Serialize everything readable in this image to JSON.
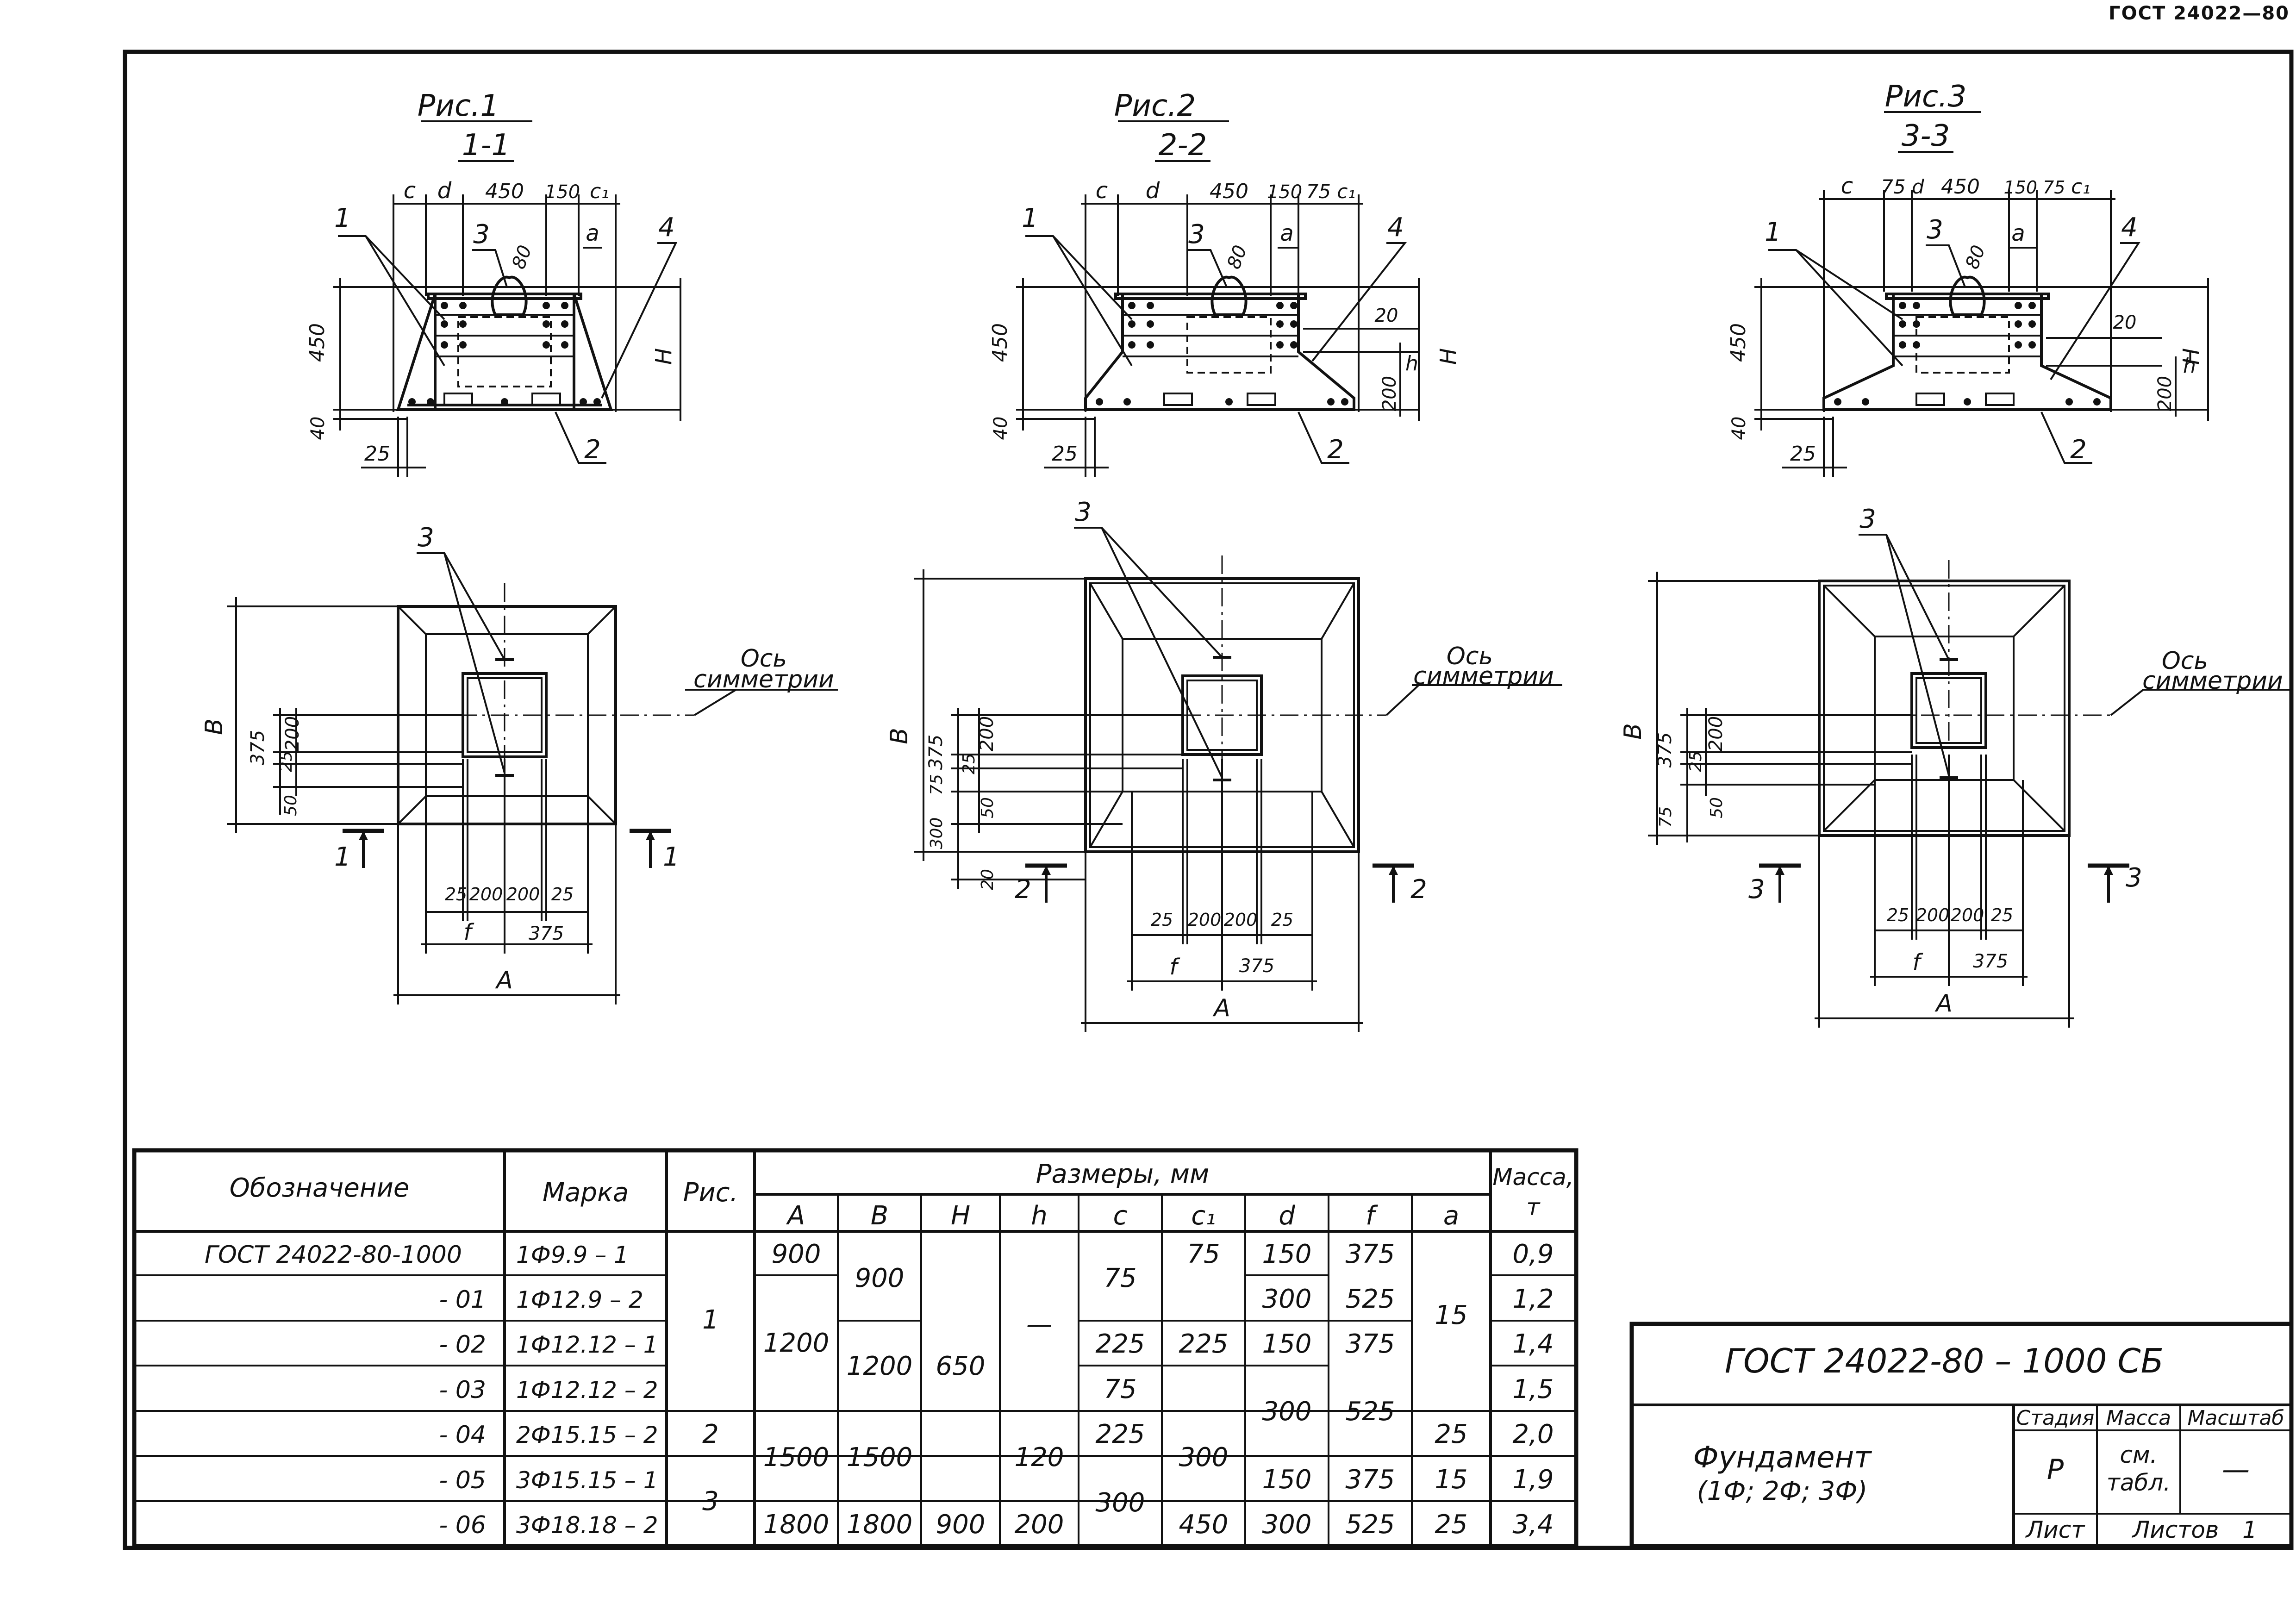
{
  "header": {
    "standard": "ГОСТ 24022—80"
  },
  "figures": [
    {
      "title": "Рис.1",
      "section": "1-1",
      "labels": {
        "c": "c",
        "d": "d",
        "w450": "450",
        "w150": "150",
        "c1": "c₁",
        "a": "a",
        "a2": "",
        "r80": "80",
        "h450": "450",
        "h40": "40",
        "w25": "25",
        "H": "H",
        "h20": "",
        "h200": "",
        "hh": "",
        "p1": "1",
        "p2": "2",
        "p3": "3",
        "p4": "4"
      },
      "plan": {
        "B": "B",
        "d375": "375",
        "d200": "200",
        "d25": "25",
        "d50": "50",
        "d75": "",
        "d300": "",
        "d20": "",
        "axis1": "Ось",
        "axis2": "симметрии",
        "p3": "3",
        "b25a": "25",
        "b200a": "200",
        "b200b": "200",
        "b25b": "25",
        "f": "f",
        "b375": "375",
        "A": "A",
        "cutL": "1",
        "cutR": "1"
      }
    },
    {
      "title": "Рис.2",
      "section": "2-2",
      "labels": {
        "c": "c",
        "d": "d",
        "w450": "450",
        "w150": "150",
        "c1": "75 c₁",
        "a": "a",
        "a2": "",
        "r80": "80",
        "h450": "450",
        "h40": "40",
        "w25": "25",
        "H": "H",
        "h20": "20",
        "h200": "200",
        "hh": "h",
        "p1": "1",
        "p2": "2",
        "p3": "3",
        "p4": "4"
      },
      "plan": {
        "B": "B",
        "d375": "375",
        "d200": "200",
        "d25": "25",
        "d50": "50",
        "d75": "75",
        "d300": "300",
        "d20": "20",
        "axis1": "Ось",
        "axis2": "симметрии",
        "p3": "3",
        "b25a": "25",
        "b200a": "200",
        "b200b": "200",
        "b25b": "25",
        "f": "f",
        "b375": "375",
        "A": "A",
        "cutL": "2",
        "cutR": "2"
      }
    },
    {
      "title": "Рис.3",
      "section": "3-3",
      "labels": {
        "c": "c",
        "d": "75 d",
        "w450": "450",
        "w150": "150 75",
        "c1": "c₁",
        "a": "a",
        "a2": "",
        "r80": "80",
        "h450": "450",
        "h40": "40",
        "w25": "25",
        "H": "H",
        "h20": "20",
        "h200": "200",
        "hh": "h",
        "p1": "1",
        "p2": "2",
        "p3": "3",
        "p4": "4"
      },
      "plan": {
        "B": "B",
        "d375": "375",
        "d200": "200",
        "d25": "25",
        "d50": "50",
        "d75": "75",
        "d300": "",
        "d20": "",
        "axis1": "Ось",
        "axis2": "симметрии",
        "p3": "3",
        "b25a": "25",
        "b200a": "200",
        "b200b": "200",
        "b25b": "25",
        "f": "f",
        "b375": "375",
        "A": "A",
        "cutL": "3",
        "cutR": "3"
      }
    }
  ],
  "table": {
    "h_designation": "Обозначение",
    "h_mark": "Марка",
    "h_fig": "Рис.",
    "h_dims": "Размеры, мм",
    "h_mass": "Масса,",
    "h_mass_unit": "т",
    "dim_cols": [
      "A",
      "B",
      "H",
      "h",
      "c",
      "c₁",
      "d",
      "f",
      "a"
    ],
    "designation": [
      "ГОСТ 24022-80-1000",
      "- 01",
      "- 02",
      "- 03",
      "- 04",
      "- 05",
      "- 06"
    ],
    "mark": [
      "1Ф9.9 – 1",
      "1Ф12.9 – 2",
      "1Ф12.12 – 1",
      "1Ф12.12 – 2",
      "2Ф15.15 – 2",
      "3Ф15.15 – 1",
      "3Ф18.18 – 2"
    ],
    "fig": [
      "1",
      "2",
      "3"
    ],
    "A": [
      "900",
      "1200",
      "1500",
      "1800"
    ],
    "B": [
      "900",
      "1200",
      "1500",
      "1800"
    ],
    "H": [
      "650",
      "900"
    ],
    "h": [
      "—",
      "120",
      "200"
    ],
    "c": [
      "75",
      "225",
      "75",
      "225",
      "300"
    ],
    "c1": [
      "75",
      "225",
      "300",
      "450"
    ],
    "d": [
      "150",
      "300",
      "150",
      "300",
      "150",
      "300"
    ],
    "f": [
      "375",
      "525",
      "375",
      "525",
      "375",
      "525"
    ],
    "a": [
      "15",
      "25",
      "15",
      "25"
    ],
    "mass": [
      "0,9",
      "1,2",
      "1,4",
      "1,5",
      "2,0",
      "1,9",
      "3,4"
    ]
  },
  "title_block": {
    "code": "ГОСТ 24022-80 – 1000 СБ",
    "name1": "Фундамент",
    "name2": "(1Ф; 2Ф; 3Ф)",
    "stage_h": "Стадия",
    "mass_h": "Масса",
    "scale_h": "Масштаб",
    "stage": "Р",
    "mass1": "см.",
    "mass2": "табл.",
    "scale": "—",
    "sheet": "Лист",
    "sheets": "Листов",
    "sheets_n": "1"
  }
}
